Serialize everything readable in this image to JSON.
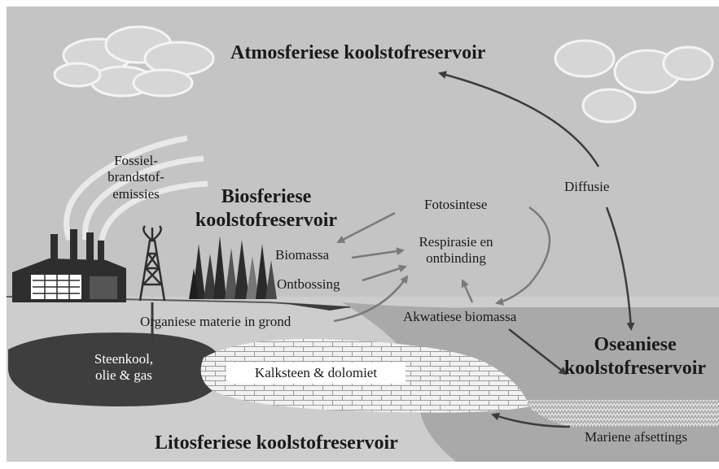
{
  "labels": {
    "atmospheric": "Atmosferiese koolstofreservoir",
    "fossil_line1": "Fossiel-",
    "fossil_line2": "brandstof-",
    "fossil_line3": "emissies",
    "biospheric_line1": "Biosferiese",
    "biospheric_line2": "koolstofreservoir",
    "photosynthesis": "Fotosintese",
    "diffusion": "Diffusie",
    "respiration_line1": "Respirasie en",
    "respiration_line2": "ontbinding",
    "biomass": "Biomassa",
    "deforestation": "Ontbossing",
    "soil_organic": "Organiese materie in grond",
    "aquatic_biomass": "Akwatiese biomassa",
    "oceanic_line1": "Oseaniese",
    "oceanic_line2": "koolstofreservoir",
    "coal_line1": "Steenkool,",
    "coal_line2": "olie & gas",
    "limestone": "Kalksteen & dolomiet",
    "lithospheric": "Litosferiese koolstofreservoir",
    "marine_sediments": "Mariene afsettings"
  },
  "colors": {
    "sky": "#c4c4c4",
    "ocean": "#a9a9a9",
    "fossil_reservoir": "#3e3e3e",
    "arrow_dark": "#3c3c3c",
    "arrow_light": "#7a7a7a"
  }
}
